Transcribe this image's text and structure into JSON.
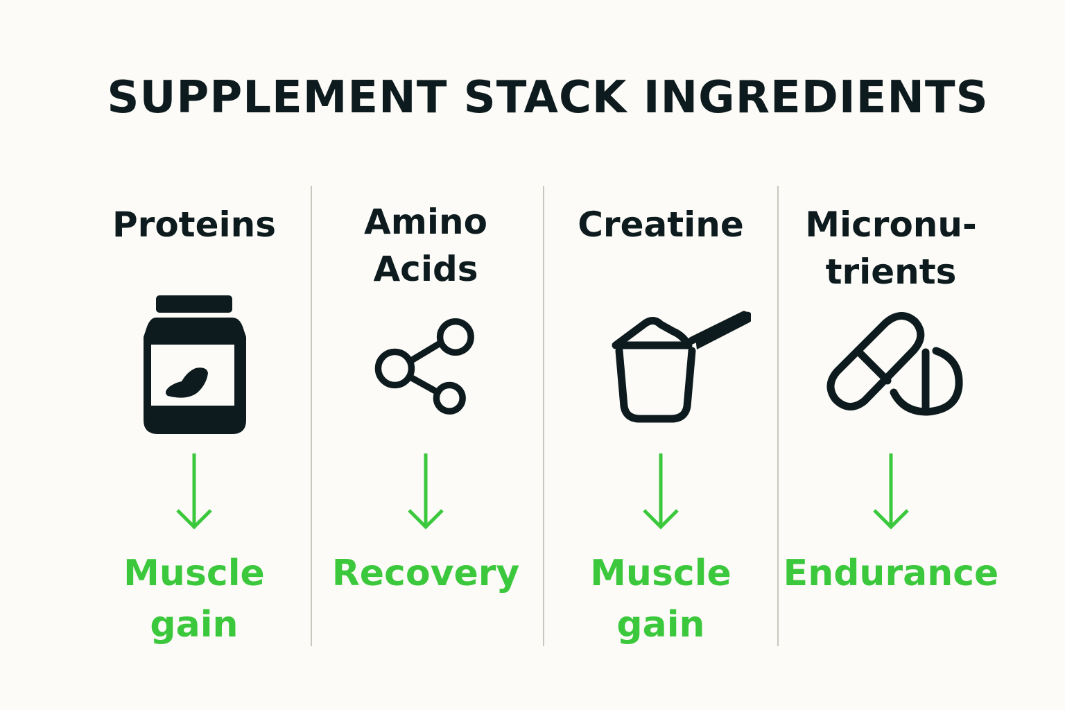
{
  "title": "SUPPLEMENT STACK INGREDIENTS",
  "colors": {
    "ink": "#0d1b1e",
    "accent": "#3cc83c"
  },
  "columns": [
    {
      "name": "Proteins",
      "icon": "protein-jar-icon",
      "benefit": "Muscle\ngain"
    },
    {
      "name": "Amino\nAcids",
      "icon": "molecule-icon",
      "benefit": "Recovery"
    },
    {
      "name": "Creatine",
      "icon": "powder-scoop-icon",
      "benefit": "Muscle\ngain"
    },
    {
      "name": "Micronu-\ntrients",
      "icon": "pill-capsule-icon",
      "benefit": "Endurance"
    }
  ]
}
